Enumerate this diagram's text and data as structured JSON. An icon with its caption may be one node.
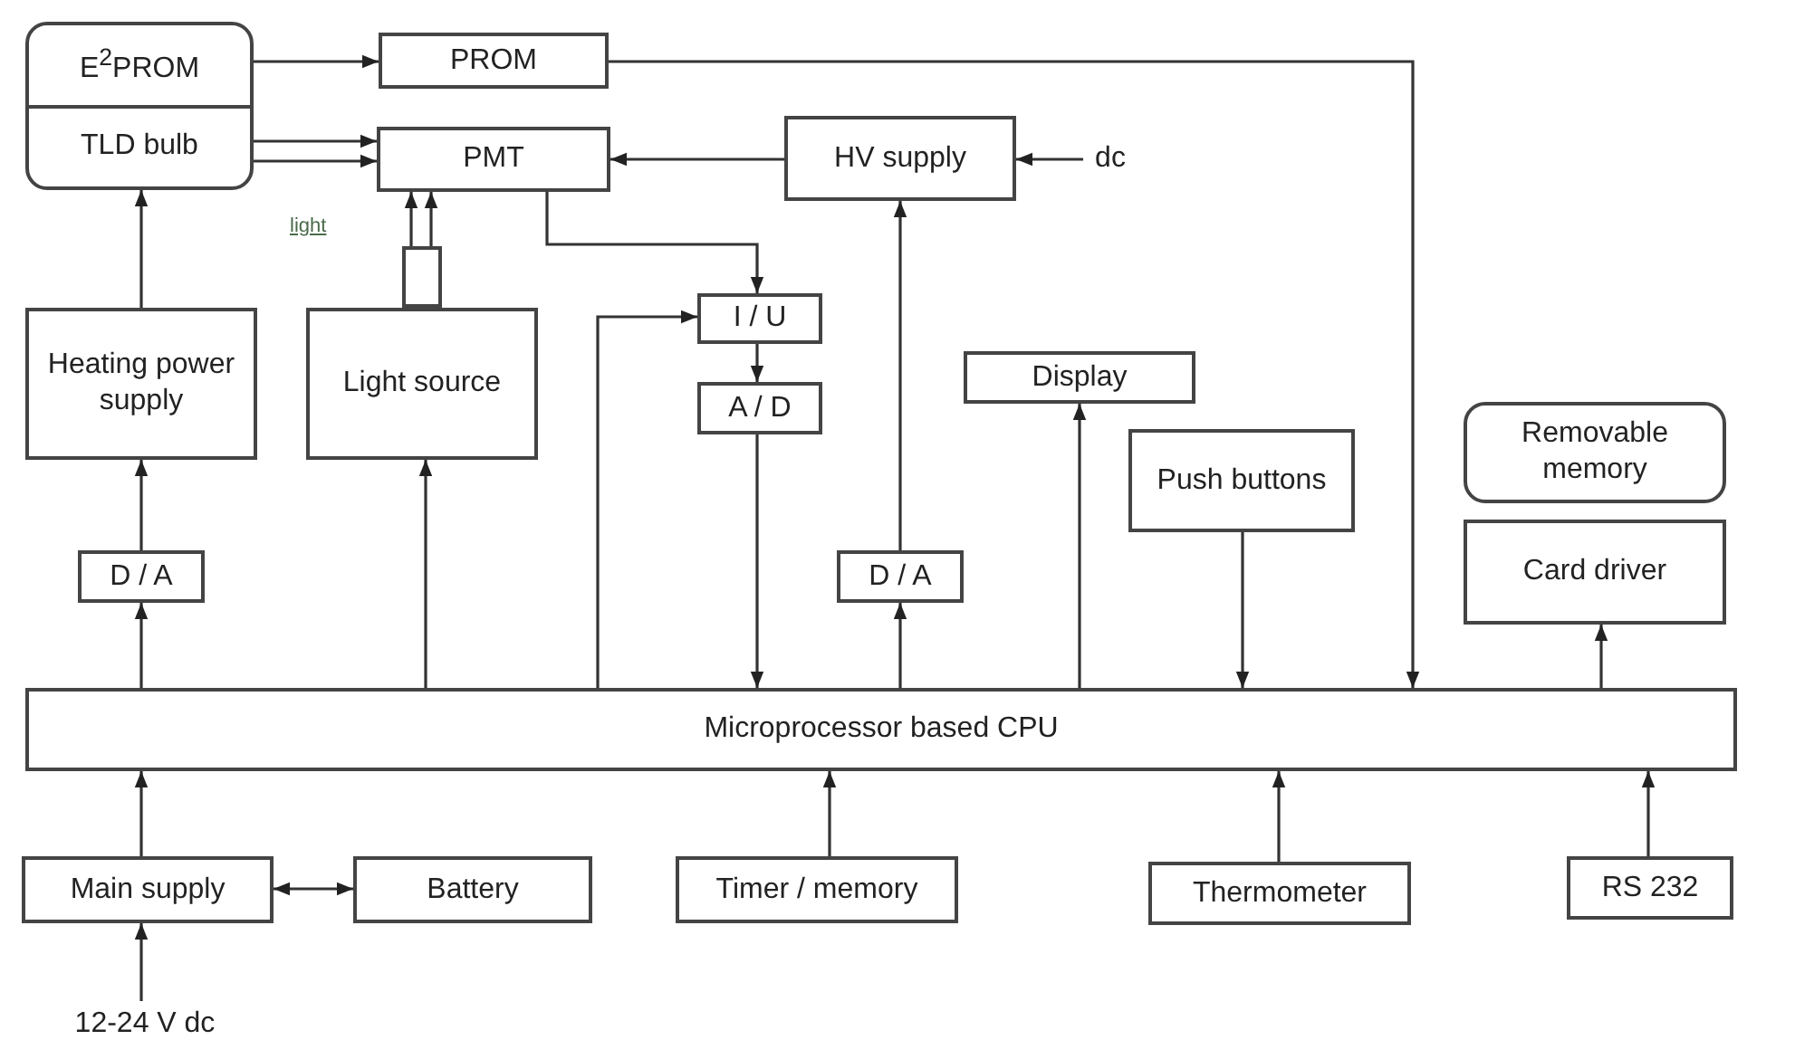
{
  "diagram": {
    "nodes": [
      {
        "text": [
          "E$^{2}$PROM",
          "TLD bulb"
        ]
      },
      {
        "text": [
          "PROM"
        ]
      },
      {
        "text": [
          "PMT"
        ]
      },
      {
        "text": [
          "HV supply"
        ]
      },
      {
        "text": [
          "dc"
        ]
      },
      {
        "text": [
          "Heating power supply"
        ]
      },
      {
        "text": [
          "Light source"
        ]
      },
      {
        "text": [
          "I / U"
        ]
      },
      {
        "text": [
          "A / D"
        ]
      },
      {
        "text": [
          "Display"
        ]
      },
      {
        "text": [
          "Push buttons"
        ]
      },
      {
        "text": [
          "Removable memory"
        ]
      },
      {
        "text": [
          "Card driver"
        ]
      },
      {
        "text": [
          "D / A"
        ]
      },
      {
        "text": [
          "D / A"
        ]
      },
      {
        "text": [
          "Microprocessor based CPU"
        ]
      },
      {
        "text": [
          "Main supply"
        ]
      },
      {
        "text": [
          "Battery"
        ]
      },
      {
        "text": [
          "Timer / memory"
        ]
      },
      {
        "text": [
          "Thermometer"
        ]
      },
      {
        "text": [
          "RS 232"
        ]
      },
      {
        "text": [
          "12-24 V dc"
        ]
      },
      {
        "text": [],
        "shape": "box"
      }
    ],
    "edges": [
      {
        "from": 0,
        "to": 1,
        "arrow": "to"
      },
      {
        "from": 1,
        "to": 15,
        "arrow": "to"
      },
      {
        "from": 3,
        "to": 2,
        "arrow": "to"
      },
      {
        "from": 4,
        "to": 3,
        "arrow": "to"
      },
      {
        "from": 2,
        "to": 7,
        "arrow": "to"
      },
      {
        "from": 7,
        "to": 8,
        "arrow": "to"
      },
      {
        "from": 8,
        "to": 15,
        "arrow": "to"
      },
      {
        "from": 15,
        "to": 7,
        "arrow": "to"
      },
      {
        "from": 5,
        "to": 0,
        "arrow": "to"
      },
      {
        "from": 13,
        "to": 5,
        "arrow": "to"
      },
      {
        "from": 15,
        "to": 13,
        "arrow": "to"
      },
      {
        "from": 15,
        "to": 6,
        "arrow": "to"
      },
      {
        "from": 15,
        "to": 14,
        "arrow": "to"
      },
      {
        "from": 14,
        "to": 3,
        "arrow": "to"
      },
      {
        "from": 15,
        "to": 9,
        "arrow": "to"
      },
      {
        "from": 10,
        "to": 15,
        "arrow": "to"
      },
      {
        "from": 15,
        "to": 12,
        "arrow": "to"
      },
      {
        "from": 16,
        "to": 15,
        "arrow": "to"
      },
      {
        "from": 16,
        "to": 17,
        "arrow": "both"
      },
      {
        "from": 18,
        "to": 15,
        "arrow": "to"
      },
      {
        "from": 19,
        "to": 15,
        "arrow": "to"
      },
      {
        "from": 20,
        "to": 15,
        "arrow": "to"
      },
      {
        "from": 21,
        "to": 16,
        "arrow": "to"
      },
      {
        "from": 0,
        "to": 2,
        "arrow": "to"
      },
      {
        "from": 0,
        "to": 2,
        "arrow": "to"
      },
      {
        "from": 22,
        "to": 2,
        "arrow": "to"
      },
      {
        "from": 22,
        "to": 2,
        "arrow": "to"
      }
    ],
    "labels": [
      "light"
    ]
  }
}
